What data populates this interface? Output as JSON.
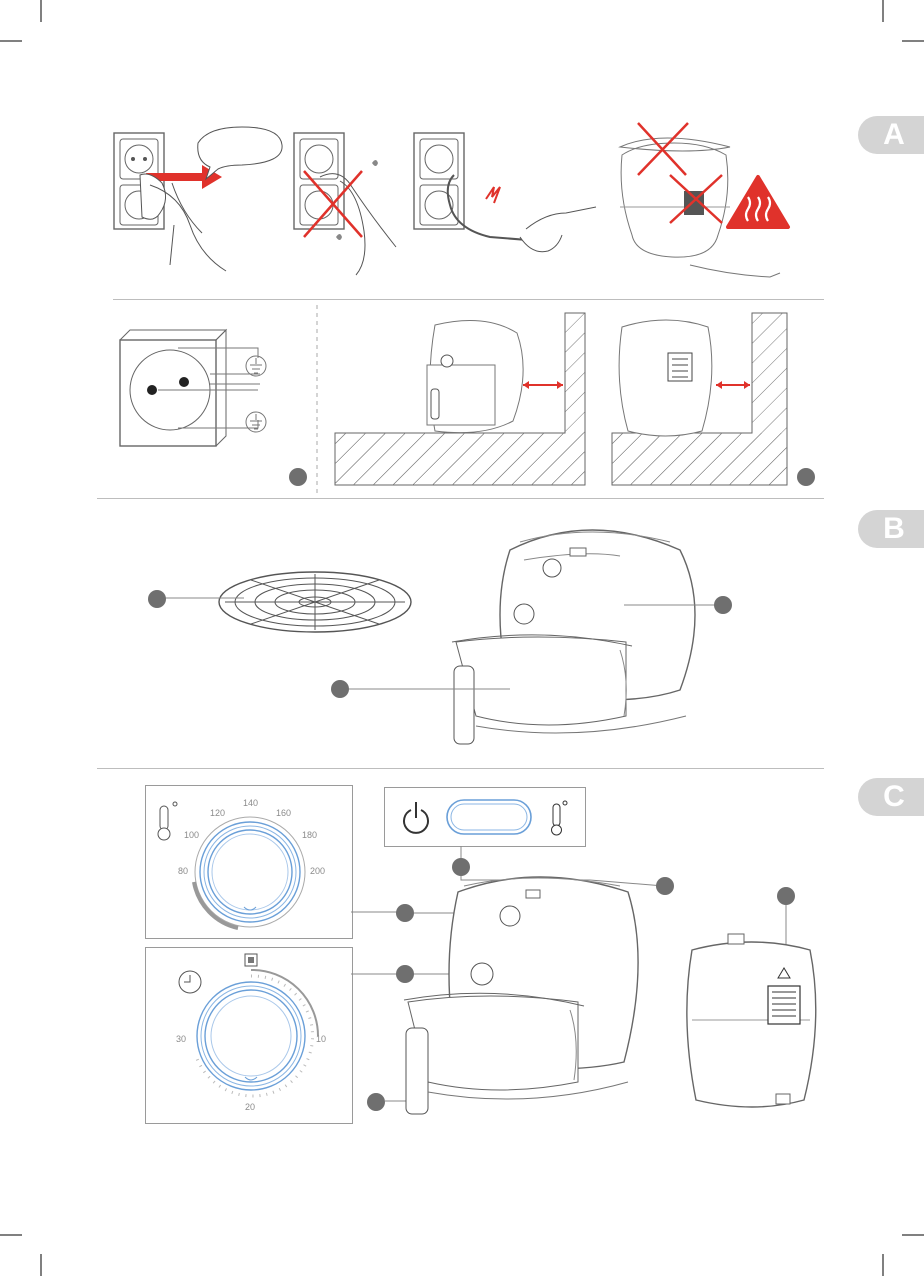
{
  "sections": {
    "a_label": "A",
    "b_label": "B",
    "c_label": "C"
  },
  "temperature_dial": {
    "icon": "thermometer-icon",
    "ticks": [
      "80",
      "100",
      "120",
      "140",
      "160",
      "180",
      "200"
    ]
  },
  "timer_dial": {
    "icon": "clock-icon",
    "stop_icon": "stop-square-icon",
    "ticks": [
      "30",
      "10",
      "20"
    ]
  },
  "control_panel": {
    "icons": [
      "power-icon",
      "display-window",
      "thermometer-icon"
    ]
  },
  "colors": {
    "tab_bg": "#d4d4d4",
    "dial_blue": "#6a9fd8",
    "warning_red": "#e0322b",
    "bullet": "#6f6f6f"
  }
}
